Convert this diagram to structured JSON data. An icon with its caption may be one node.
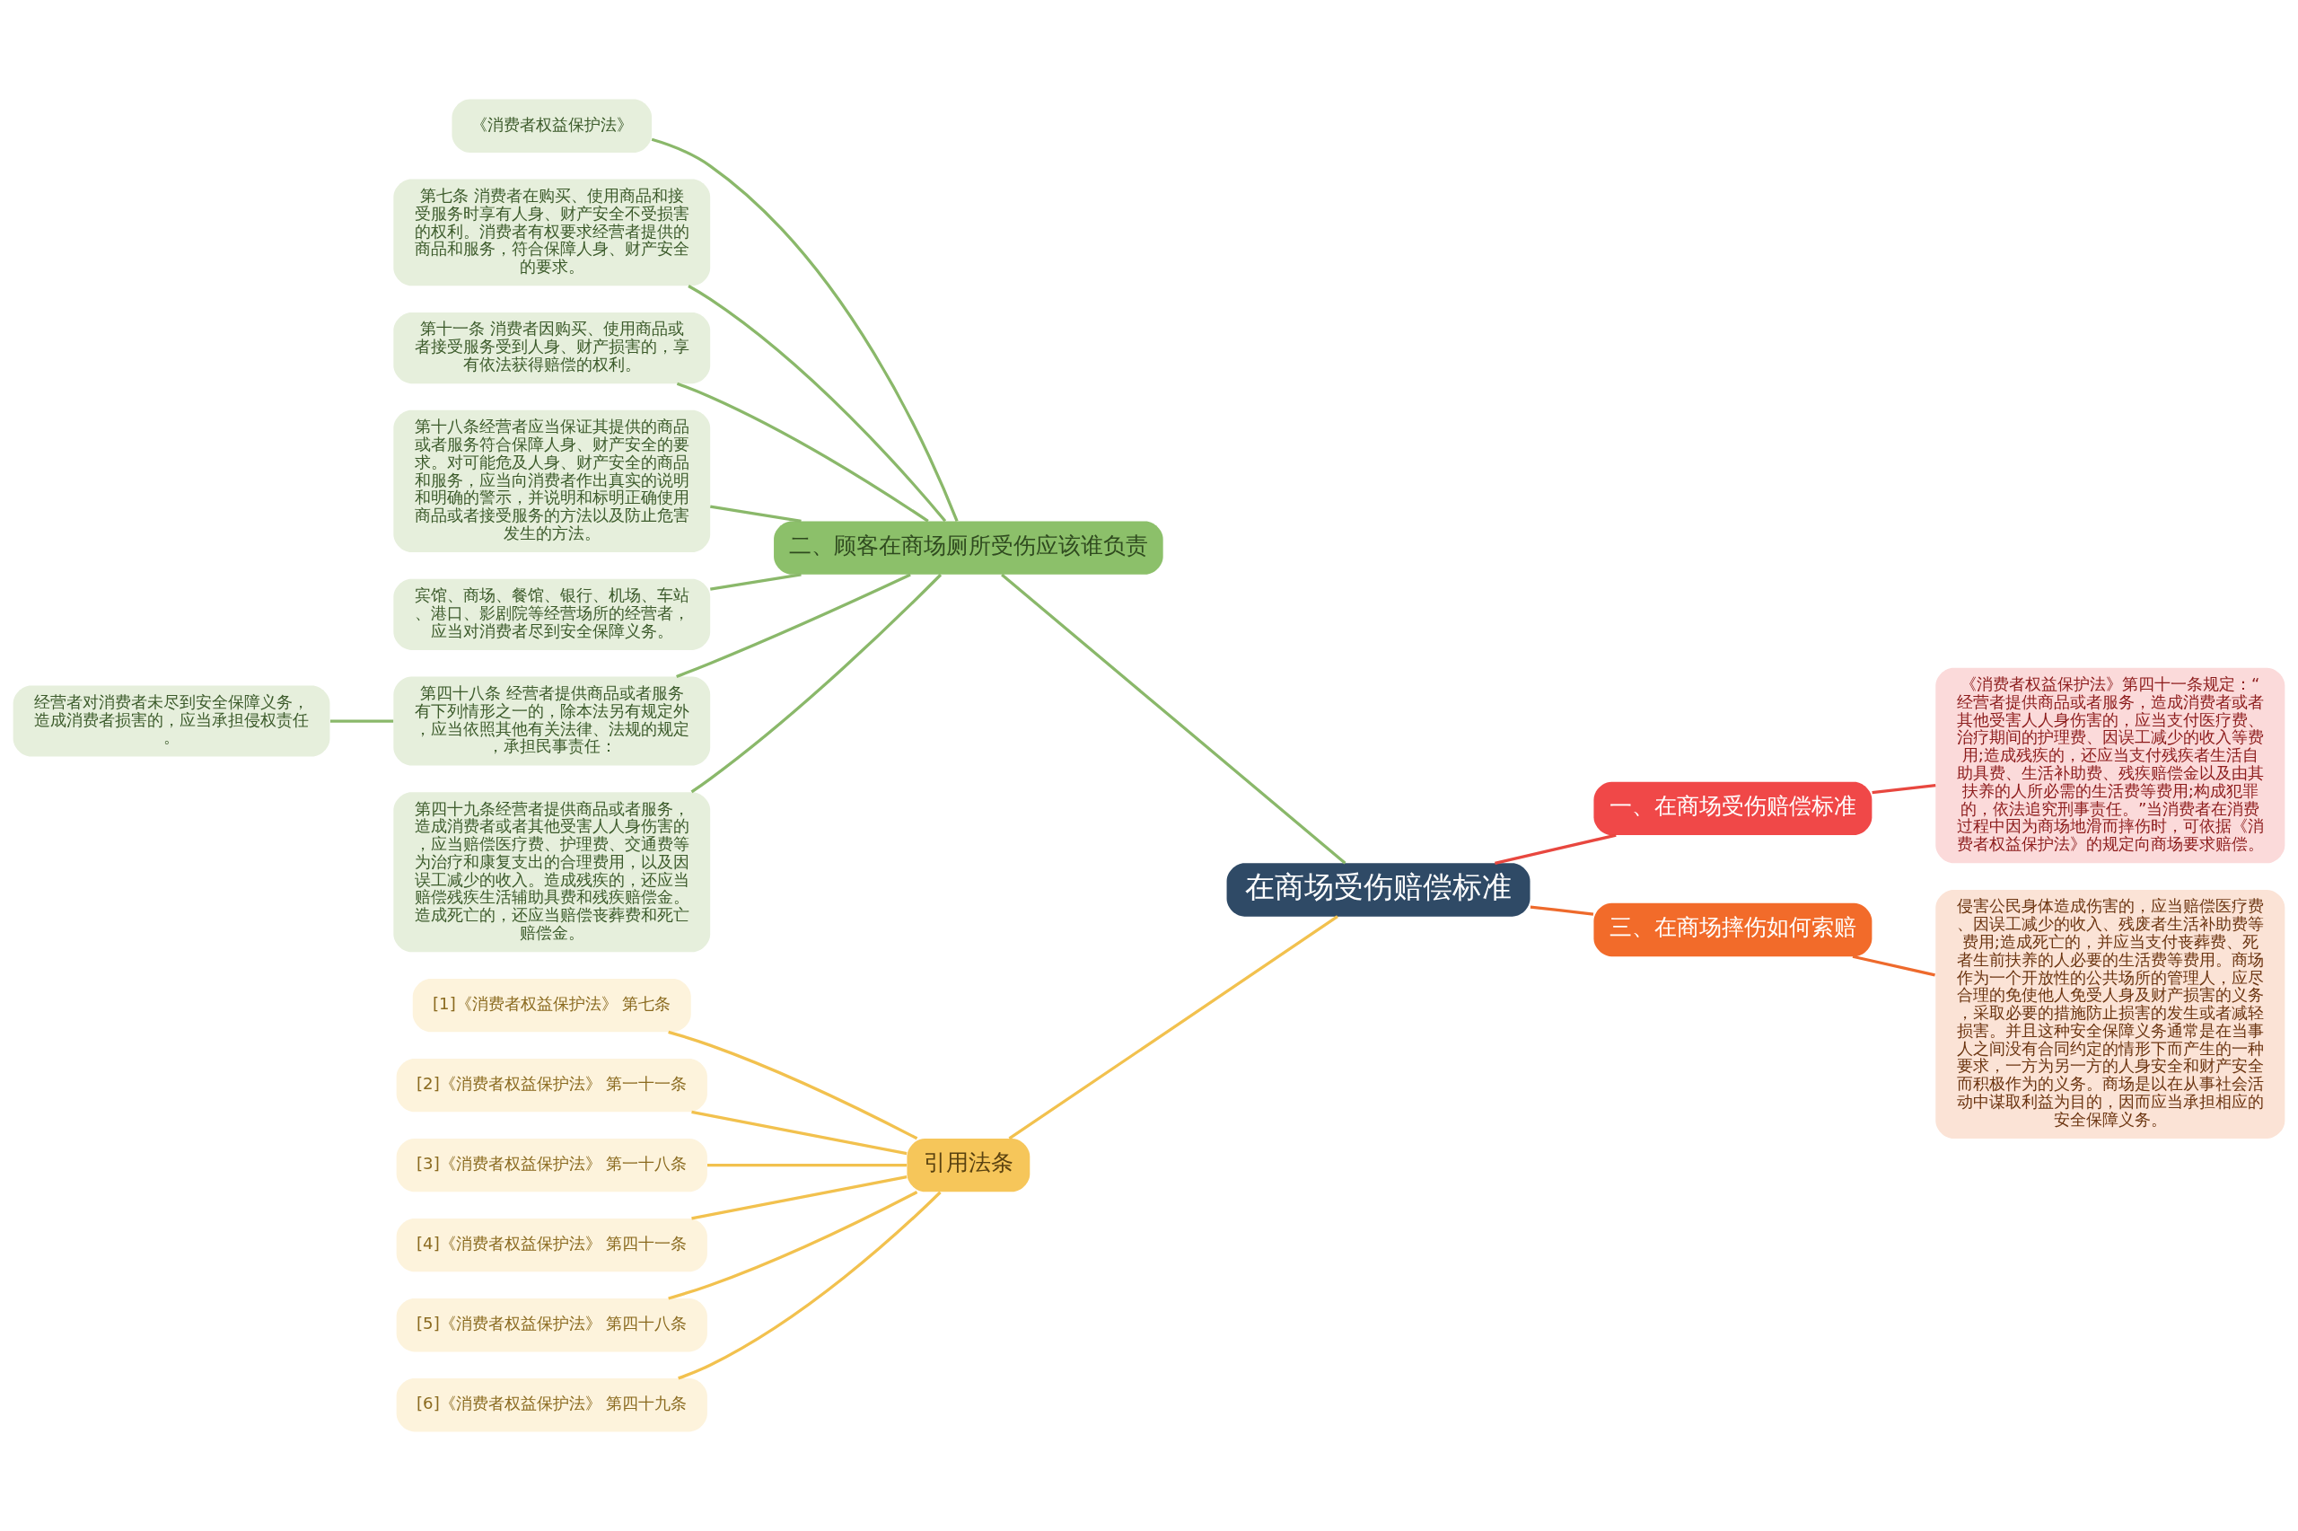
{
  "diagram": {
    "nodes": [
      {
        "text": [
          "在商场受伤赔偿标准"
        ]
      },
      {
        "text": [
          "一、在商场受伤赔偿标准"
        ]
      },
      {
        "text": [
          "《消费者权益保护法》第四十一条规定：“经营者提供商品或者服务，造成消费者或者其他受害人人身伤害的，应当支付医疗费、治疗期间的护理费、因误工减少的收入等费用;造成残疾的，还应当支付残疾者生活自助具费、生活补助费、残疾赔偿金以及由其扶养的人所必需的生活费等费用;构成犯罪的，依法追究刑事责任。”当消费者在消费过程中因为商场地滑而摔伤时，可依据《消费者权益保护法》的规定向商场要求赔偿。"
        ]
      },
      {
        "text": [
          "二、顾客在商场厕所受伤应该谁负责"
        ]
      },
      {
        "text": [
          "《消费者权益保护法》"
        ]
      },
      {
        "text": [
          "第七条 消费者在购买、使用商品和接受服务时享有人身、财产安全不受损害的权利。消费者有权要求经营者提供的商品和服务，符合保障人身、财产安全的要求。"
        ]
      },
      {
        "text": [
          "第十一条 消费者因购买、使用商品或者接受服务受到人身、财产损害的，享有依法获得赔偿的权利。"
        ]
      },
      {
        "text": [
          "第十八条经营者应当保证其提供的商品或者服务符合保障人身、财产安全的要求。对可能危及人身、财产安全的商品和服务，应当向消费者作出真实的说明和明确的警示，并说明和标明正确使用商品或者接受服务的方法以及防止危害发生的方法。"
        ]
      },
      {
        "text": [
          "宾馆、商场、餐馆、银行、机场、车站、港口、影剧院等经营场所的经营者，应当对消费者尽到安全保障义务。"
        ]
      },
      {
        "text": [
          "第四十八条 经营者提供商品或者服务有下列情形之一的，除本法另有规定外，应当依照其他有关法律、法规的规定，承担民事责任："
        ]
      },
      {
        "text": [
          "经营者对消费者未尽到安全保障义务，造成消费者损害的，应当承担侵权责任。"
        ]
      },
      {
        "text": [
          "第四十九条经营者提供商品或者服务，造成消费者或者其他受害人人身伤害的，应当赔偿医疗费、护理费、交通费等为治疗和康复支出的合理费用，以及因误工减少的收入。造成残疾的，还应当赔偿残疾生活辅助具费和残疾赔偿金。造成死亡的，还应当赔偿丧葬费和死亡赔偿金。"
        ]
      },
      {
        "text": [
          "三、在商场摔伤如何索赔"
        ]
      },
      {
        "text": [
          "侵害公民身体造成伤害的，应当赔偿医疗费、因误工减少的收入、残废者生活补助费等费用;造成死亡的，并应当支付丧葬费、死者生前扶养的人必要的生活费等费用。商场作为一个开放性的公共场所的管理人，应尽合理的免使他人免受人身及财产损害的义务，采取必要的措施防止损害的发生或者减轻损害。并且这种安全保障义务通常是在当事人之间没有合同约定的情形下而产生的一种要求，一方为另一方的人身安全和财产安全而积极作为的义务。商场是以在从事社会活动中谋取利益为目的，因而应当承担相应的安全保障义务。"
        ]
      },
      {
        "text": [
          "引用法条"
        ]
      },
      {
        "text": [
          "[1]《消费者权益保护法》 第七条"
        ]
      },
      {
        "text": [
          "[2]《消费者权益保护法》 第一十一条"
        ]
      },
      {
        "text": [
          "[3]《消费者权益保护法》 第一十八条"
        ]
      },
      {
        "text": [
          "[4]《消费者权益保护法》 第四十一条"
        ]
      },
      {
        "text": [
          "[5]《消费者权益保护法》 第四十八条"
        ]
      },
      {
        "text": [
          "[6]《消费者权益保护法》 第四十九条"
        ]
      }
    ],
    "edges": [
      {
        "from": 0,
        "to": 1,
        "arrow": "none",
        "color": "#e8473f"
      },
      {
        "from": 1,
        "to": 2,
        "arrow": "none",
        "color": "#e8473f"
      },
      {
        "from": 0,
        "to": 3,
        "arrow": "none"
      },
      {
        "from": 3,
        "to": 4,
        "arrow": "none"
      },
      {
        "from": 3,
        "to": 5,
        "arrow": "none"
      },
      {
        "from": 3,
        "to": 6,
        "arrow": "none"
      },
      {
        "from": 3,
        "to": 7,
        "arrow": "none"
      },
      {
        "from": 3,
        "to": 8,
        "arrow": "none"
      },
      {
        "from": 3,
        "to": 9,
        "arrow": "none"
      },
      {
        "from": 9,
        "to": 10,
        "arrow": "none"
      },
      {
        "from": 3,
        "to": 11,
        "arrow": "none"
      },
      {
        "from": 0,
        "to": 12,
        "arrow": "none",
        "color": "#ee6a2c"
      },
      {
        "from": 12,
        "to": 13,
        "arrow": "none",
        "color": "#ee6a2c"
      },
      {
        "from": 0,
        "to": 14,
        "arrow": "none",
        "color": "#f2c14e"
      },
      {
        "from": 14,
        "to": 15,
        "arrow": "none",
        "color": "#f2c14e"
      },
      {
        "from": 14,
        "to": 16,
        "arrow": "none",
        "color": "#f2c14e"
      },
      {
        "from": 14,
        "to": 17,
        "arrow": "none",
        "color": "#f2c14e"
      },
      {
        "from": 14,
        "to": 18,
        "arrow": "none",
        "color": "#f2c14e"
      },
      {
        "from": 14,
        "to": 19,
        "arrow": "none",
        "color": "#f2c14e"
      },
      {
        "from": 14,
        "to": 20,
        "arrow": "none",
        "color": "#f2c14e"
      }
    ]
  }
}
